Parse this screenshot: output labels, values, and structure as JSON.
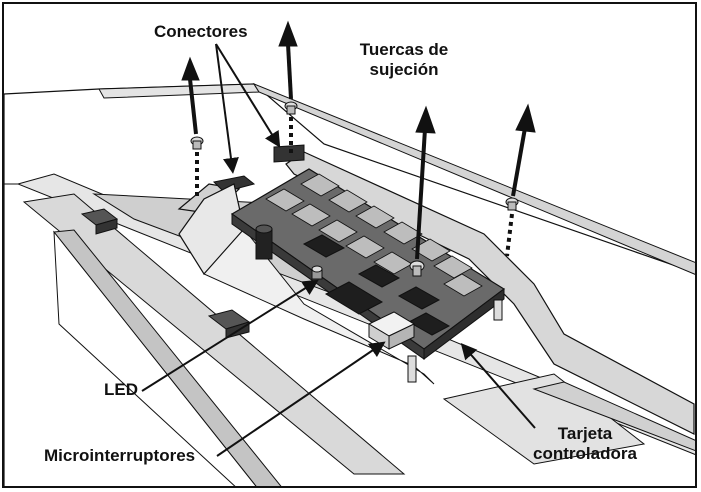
{
  "labels": {
    "connectors": "Conectores",
    "nuts_line1": "Tuercas de",
    "nuts_line2": "sujeción",
    "led": "LED",
    "microswitches": "Microinterruptores",
    "board_line1": "Tarjeta",
    "board_line2": "controladora"
  },
  "colors": {
    "outline": "#111111",
    "panel": "#d9d9d9",
    "panel_dark": "#bcbcbc",
    "board": "#5a5a5a",
    "board_light": "#8a8a8a"
  }
}
